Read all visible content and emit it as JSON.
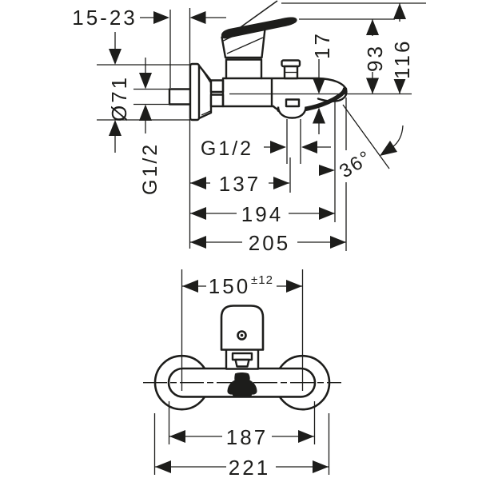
{
  "meta": {
    "description": "Technical dimension drawing of a wall-mounted single-lever bath mixer, side view and front view"
  },
  "colors": {
    "ink": "#1d1d1b",
    "bg": "#ffffff"
  },
  "side_view": {
    "labels": {
      "wall_offset": "15-23",
      "escutcheon_diameter": "Ø71",
      "wall_thread": "G1/2",
      "outlet_drop": "17",
      "lever_height": "93",
      "max_height": "116",
      "outlet_thread": "G1/2",
      "wall_to_outlet": "137",
      "projection_194": "194",
      "projection_205": "205",
      "spout_angle": "36°"
    }
  },
  "front_view": {
    "labels": {
      "hole_spacing": "150",
      "hole_spacing_tol": "±12",
      "body_width": "187",
      "overall_width": "221"
    }
  }
}
